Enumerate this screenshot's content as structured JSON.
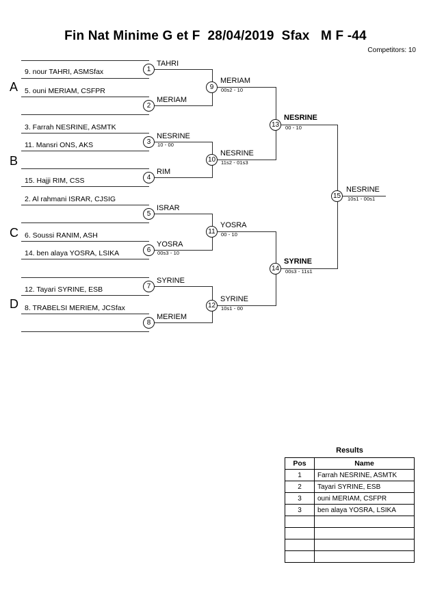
{
  "header": {
    "title": "Fin Nat Minime G et F  28/04/2019  Sfax   M F -44",
    "competitors": "Competitors: 10"
  },
  "groups": [
    {
      "label": "A"
    },
    {
      "label": "B"
    },
    {
      "label": "C"
    },
    {
      "label": "D"
    }
  ],
  "entries": [
    {
      "id": "e1",
      "text": "9. nour TAHRI, ASMSfax"
    },
    {
      "id": "e2",
      "text": "5. ouni MERIAM, CSFPR"
    },
    {
      "id": "e3",
      "text": "3. Farrah NESRINE, ASMTK"
    },
    {
      "id": "e4",
      "text": "11. Mansri ONS, AKS"
    },
    {
      "id": "e5",
      "text": "15. Hajji RIM, CSS"
    },
    {
      "id": "e6",
      "text": "2. Al rahmani ISRAR, CJSIG"
    },
    {
      "id": "e7",
      "text": "6. Soussi RANIM, ASH"
    },
    {
      "id": "e8",
      "text": "14. ben alaya YOSRA, LSIKA"
    },
    {
      "id": "e9",
      "text": "12. Tayari SYRINE, ESB"
    },
    {
      "id": "e10",
      "text": "8. TRABELSI MERIEM, JCSfax"
    }
  ],
  "matches": [
    {
      "num": "1",
      "winner": "TAHRI",
      "score": ""
    },
    {
      "num": "2",
      "winner": "MERIAM",
      "score": ""
    },
    {
      "num": "3",
      "winner": "NESRINE",
      "score": "10 - 00"
    },
    {
      "num": "4",
      "winner": "RIM",
      "score": ""
    },
    {
      "num": "5",
      "winner": "ISRAR",
      "score": ""
    },
    {
      "num": "6",
      "winner": "YOSRA",
      "score": "00s3 - 10"
    },
    {
      "num": "7",
      "winner": "SYRINE",
      "score": ""
    },
    {
      "num": "8",
      "winner": "MERIEM",
      "score": ""
    },
    {
      "num": "9",
      "winner": "MERIAM",
      "score": "00s2 - 10"
    },
    {
      "num": "10",
      "winner": "NESRINE",
      "score": "11s2 - 01s3"
    },
    {
      "num": "11",
      "winner": "YOSRA",
      "score": "00 - 10"
    },
    {
      "num": "12",
      "winner": "SYRINE",
      "score": "10s1 - 00"
    },
    {
      "num": "13",
      "winner": "NESRINE",
      "score": "00 - 10"
    },
    {
      "num": "14",
      "winner": "SYRINE",
      "score": "00s3 - 11s1"
    },
    {
      "num": "15",
      "winner": "NESRINE",
      "score": "10s1 - 00s1"
    }
  ],
  "results": {
    "title": "Results",
    "columns": [
      "Pos",
      "Name"
    ],
    "rows": [
      {
        "pos": "1",
        "name": "Farrah NESRINE, ASMTK"
      },
      {
        "pos": "2",
        "name": "Tayari SYRINE, ESB"
      },
      {
        "pos": "3",
        "name": "ouni MERIAM, CSFPR"
      },
      {
        "pos": "3",
        "name": "ben alaya YOSRA, LSIKA"
      },
      {
        "pos": "",
        "name": ""
      },
      {
        "pos": "",
        "name": ""
      },
      {
        "pos": "",
        "name": ""
      },
      {
        "pos": "",
        "name": ""
      }
    ]
  }
}
